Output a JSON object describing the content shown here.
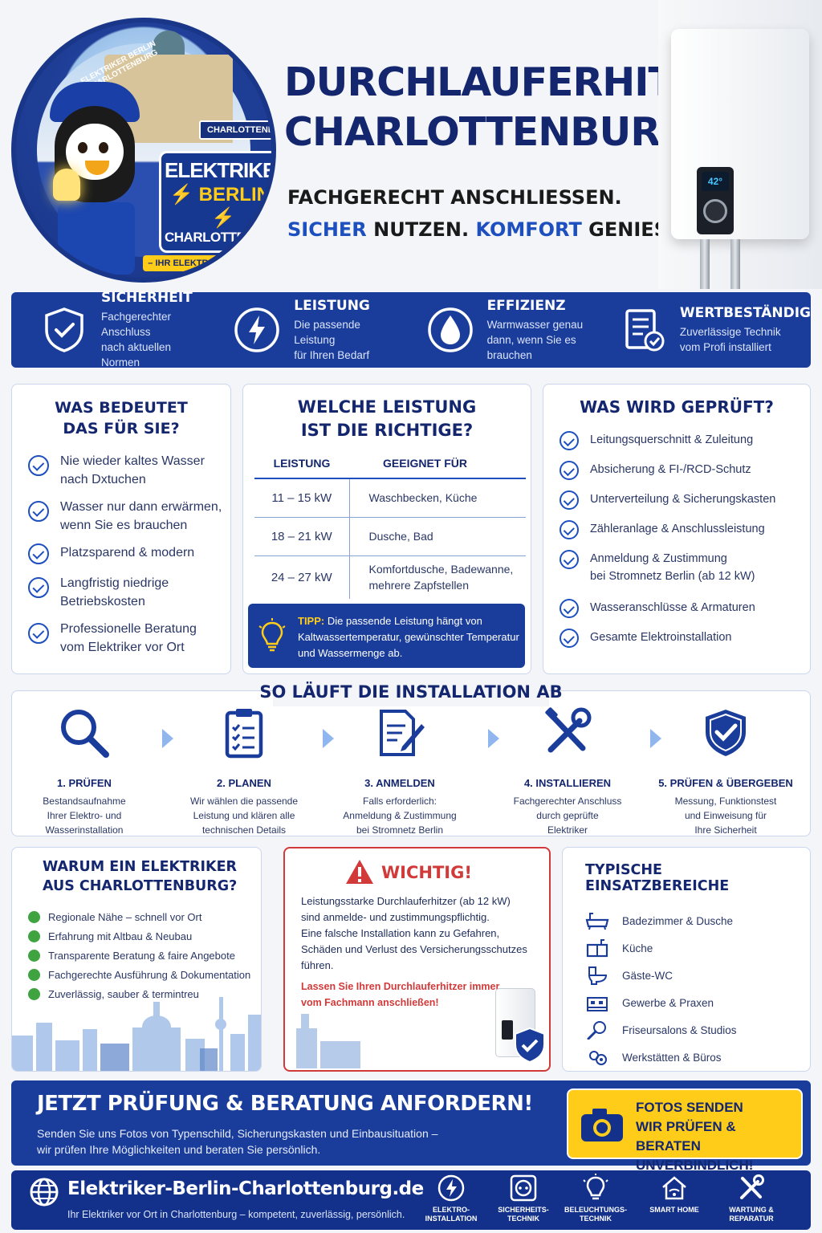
{
  "logo": {
    "arc_text": "ELEKTRIKER BERLIN CHARLOTTENBURG",
    "sign": "CHARLOTTENBURG",
    "line1": "ELEKTRIKER",
    "line2": "⚡ BERLIN-⚡",
    "line3": "CHARLOTTENBURG.de",
    "tagline": "– IHR ELEKTRIKER VOR ORT! –"
  },
  "header": {
    "title_line1": "DURCHLAUFERHITZER",
    "title_line2": "CHARLOTTENBURG",
    "subtitle_line1": "FACHGERECHT ANSCHLIESSEN.",
    "subtitle_sicher": "SICHER",
    "subtitle_nutzen": " NUTZEN. ",
    "subtitle_komfort": "KOMFORT",
    "subtitle_geniessen": " GENIESSEN."
  },
  "heater": {
    "display": "42°"
  },
  "features": [
    {
      "title": "SICHERHEIT",
      "line1": "Fachgerechter Anschluss",
      "line2": "nach aktuellen Normen",
      "icon": "shield-check-icon"
    },
    {
      "title": "LEISTUNG",
      "line1": "Die passende Leistung",
      "line2": "für Ihren Bedarf",
      "icon": "lightning-icon"
    },
    {
      "title": "EFFIZIENZ",
      "line1": "Warmwasser genau",
      "line2": "dann, wenn Sie es brauchen",
      "icon": "water-drop-icon"
    },
    {
      "title": "WERTBESTÄNDIG",
      "line1": "Zuverlässige Technik",
      "line2": "vom Profi installiert",
      "icon": "document-check-icon"
    }
  ],
  "meaning": {
    "title_line1": "WAS BEDEUTET",
    "title_line2": "DAS FÜR SIE?",
    "items": [
      {
        "l1": "Nie wieder kaltes Wasser",
        "l2": "nach Dxtuchen"
      },
      {
        "l1": "Wasser nur dann erwärmen,",
        "l2": "wenn Sie es brauchen"
      },
      {
        "l1": "Platzsparend & modern",
        "l2": ""
      },
      {
        "l1": "Langfristig niedrige",
        "l2": "Betriebskosten"
      },
      {
        "l1": "Professionelle Beratung",
        "l2": "vom Elektriker vor Ort"
      }
    ]
  },
  "power": {
    "title_line1": "WELCHE LEISTUNG",
    "title_line2": "IST DIE RICHTIGE?",
    "col_power": "LEISTUNG",
    "col_use": "GEEIGNET FÜR",
    "rows": [
      {
        "kw": "11 – 15 kW",
        "use1": "Waschbecken, Küche",
        "use2": ""
      },
      {
        "kw": "18 – 21 kW",
        "use1": "Dusche, Bad",
        "use2": ""
      },
      {
        "kw": "24 – 27 kW",
        "use1": "Komfortdusche, Badewanne,",
        "use2": "mehrere Zapfstellen"
      }
    ],
    "tip_label": "TIPP:",
    "tip_l1": " Die passende Leistung hängt von",
    "tip_l2": "Kaltwassertemperatur, gewünschter Temperatur",
    "tip_l3": "und Wassermenge ab."
  },
  "checks": {
    "title": "WAS WIRD GEPRÜFT?",
    "items": [
      {
        "l1": "Leitungsquerschnitt & Zuleitung",
        "l2": ""
      },
      {
        "l1": "Absicherung & FI-/RCD-Schutz",
        "l2": ""
      },
      {
        "l1": "Unterverteilung & Sicherungskasten",
        "l2": ""
      },
      {
        "l1": "Zähleranlage & Anschlussleistung",
        "l2": ""
      },
      {
        "l1": "Anmeldung & Zustimmung",
        "l2": "bei Stromnetz Berlin (ab 12 kW)"
      },
      {
        "l1": "Wasseranschlüsse & Armaturen",
        "l2": ""
      },
      {
        "l1": "Gesamte Elektroinstallation",
        "l2": ""
      }
    ]
  },
  "steps": {
    "title": "SO LÄUFT DIE INSTALLATION AB",
    "items": [
      {
        "title": "1. PRÜFEN",
        "l1": "Bestandsaufnahme",
        "l2": "Ihrer Elektro- und",
        "l3": "Wasserinstallation",
        "icon": "magnifier-icon"
      },
      {
        "title": "2. PLANEN",
        "l1": "Wir wählen die passende",
        "l2": "Leistung und klären alle",
        "l3": "technischen Details",
        "icon": "clipboard-icon"
      },
      {
        "title": "3. ANMELDEN",
        "l1": "Falls erforderlich:",
        "l2": "Anmeldung & Zustimmung",
        "l3": "bei Stromnetz Berlin",
        "icon": "form-pen-icon"
      },
      {
        "title": "4. INSTALLIEREN",
        "l1": "Fachgerechter Anschluss",
        "l2": "durch geprüfte",
        "l3": "Elektriker",
        "icon": "tools-icon"
      },
      {
        "title": "5. PRÜFEN & ÜBERGEBEN",
        "l1": "Messung, Funktionstest",
        "l2": "und Einweisung für",
        "l3": "Ihre Sicherheit",
        "icon": "shield-check-icon"
      }
    ]
  },
  "why": {
    "title_line1": "WARUM EIN ELEKTRIKER",
    "title_line2": "AUS CHARLOTTENBURG?",
    "items": [
      "Regionale Nähe – schnell vor Ort",
      "Erfahrung mit Altbau & Neubau",
      "Transparente Beratung & faire Angebote",
      "Fachgerechte Ausführung & Dokumentation",
      "Zuverlässig, sauber & termintreu"
    ]
  },
  "warning": {
    "title": "WICHTIG!",
    "l1": "Leistungsstarke Durchlauferhitzer (ab 12 kW)",
    "l2": "sind anmelde- und zustimmungspflichtig.",
    "l3": "Eine falsche Installation kann zu Gefahren,",
    "l4": "Schäden und Verlust des Versicherungsschutzes",
    "l5": "führen.",
    "red1": "Lassen Sie Ihren Durchlauferhitzer immer",
    "red2": "vom Fachmann anschließen!"
  },
  "areas": {
    "title": "TYPISCHE EINSATZBEREICHE",
    "items": [
      {
        "label": "Badezimmer & Dusche",
        "icon": "bathtub-icon"
      },
      {
        "label": "Küche",
        "icon": "kitchen-icon"
      },
      {
        "label": "Gäste-WC",
        "icon": "toilet-icon"
      },
      {
        "label": "Gewerbe & Praxen",
        "icon": "office-icon"
      },
      {
        "label": "Friseursalons & Studios",
        "icon": "hairdryer-icon"
      },
      {
        "label": "Werkstätten & Büros",
        "icon": "workshop-icon"
      }
    ]
  },
  "cta": {
    "title": "JETZT PRÜFUNG & BERATUNG ANFORDERN!",
    "l1": "Senden Sie uns Fotos von Typenschild, Sicherungskasten und Einbausituation –",
    "l2": "wir prüfen Ihre Möglichkeiten und beraten Sie persönlich.",
    "btn1": "FOTOS SENDEN",
    "btn2": "WIR PRÜFEN & BERATEN",
    "btn3": "UNVERBINDLICH!"
  },
  "footer": {
    "url": "Elektriker-Berlin-Charlottenburg.de",
    "tagline": "Ihr Elektriker vor Ort in Charlottenburg – kompetent, zuverlässig, persönlich.",
    "services": [
      {
        "l1": "ELEKTRO-",
        "l2": "INSTALLATION",
        "icon": "lightning-icon"
      },
      {
        "l1": "SICHERHEITS-",
        "l2": "TECHNIK",
        "icon": "socket-icon"
      },
      {
        "l1": "BELEUCHTUNGS-",
        "l2": "TECHNIK",
        "icon": "bulb-icon"
      },
      {
        "l1": "SMART HOME",
        "l2": "",
        "icon": "smart-home-icon"
      },
      {
        "l1": "WARTUNG &",
        "l2": "REPARATUR",
        "icon": "tools-icon"
      }
    ]
  },
  "colors": {
    "navy": "#13266e",
    "blue": "#1a3d9c",
    "accent": "#1d4fbf",
    "yellow": "#ffcc1a",
    "red": "#d23a3a",
    "green": "#3fa33f"
  }
}
